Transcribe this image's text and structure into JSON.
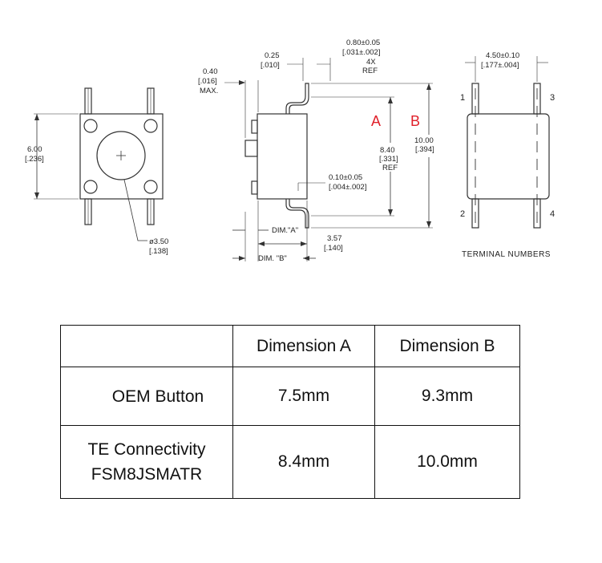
{
  "drawing": {
    "left_view": {
      "height_mm": "6.00",
      "height_in": "[.236]",
      "dia_mm": "ø3.50",
      "dia_in": "[.138]"
    },
    "side_view": {
      "max_mm": "0.40",
      "max_in": "[.016]",
      "max_label": "MAX.",
      "lead_mm": "0.25",
      "lead_in": "[.010]",
      "width_mm": "0.80±0.05",
      "width_in": "[.031±.002]",
      "width_note1": "4X",
      "width_note2": "REF",
      "label_a": "A",
      "label_b": "B",
      "a_mm": "8.40",
      "a_in": "[.331]",
      "a_note": "REF",
      "b_mm": "10.00",
      "b_in": "[.394]",
      "gap_mm": "0.10±0.05",
      "gap_in": "[.004±.002]",
      "dim_a": "DIM.\"A\"",
      "body_mm": "3.57",
      "body_in": "[.140]",
      "dim_b": "DIM. \"B\""
    },
    "right_view": {
      "pitch_mm": "4.50±0.10",
      "pitch_in": "[.177±.004]",
      "t1": "1",
      "t2": "2",
      "t3": "3",
      "t4": "4",
      "caption": "TERMINAL NUMBERS"
    }
  },
  "table": {
    "headers": [
      "",
      "Dimension A",
      "Dimension B"
    ],
    "rows": [
      {
        "label_line1": "OEM Button",
        "label_line2": "",
        "a": "7.5mm",
        "b": "9.3mm"
      },
      {
        "label_line1": "TE Connectivity",
        "label_line2": "FSM8JSMATR",
        "a": "8.4mm",
        "b": "10.0mm"
      }
    ]
  }
}
